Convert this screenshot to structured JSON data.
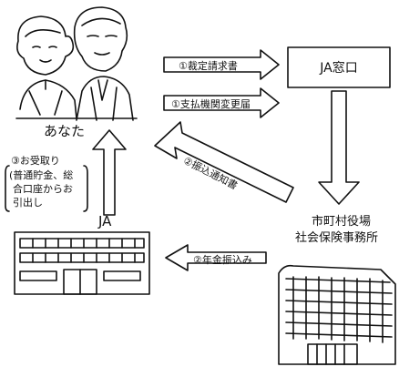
{
  "people": {
    "label": "あなた"
  },
  "receive_note": {
    "line1": "③お受取り",
    "line2": "(普通貯金、総",
    "line3": "合口座からお",
    "line4": "引出し"
  },
  "ja_bank": {
    "label": "JA"
  },
  "ja_window": {
    "label": "JA窓口"
  },
  "municipal": {
    "line1": "市町村役場",
    "line2": "社会保険事務所"
  },
  "arrows": {
    "claim": "①裁定請求書",
    "change": "①支払機関変更届",
    "notice": "②振込通知書",
    "transfer": "②年金振込み"
  }
}
